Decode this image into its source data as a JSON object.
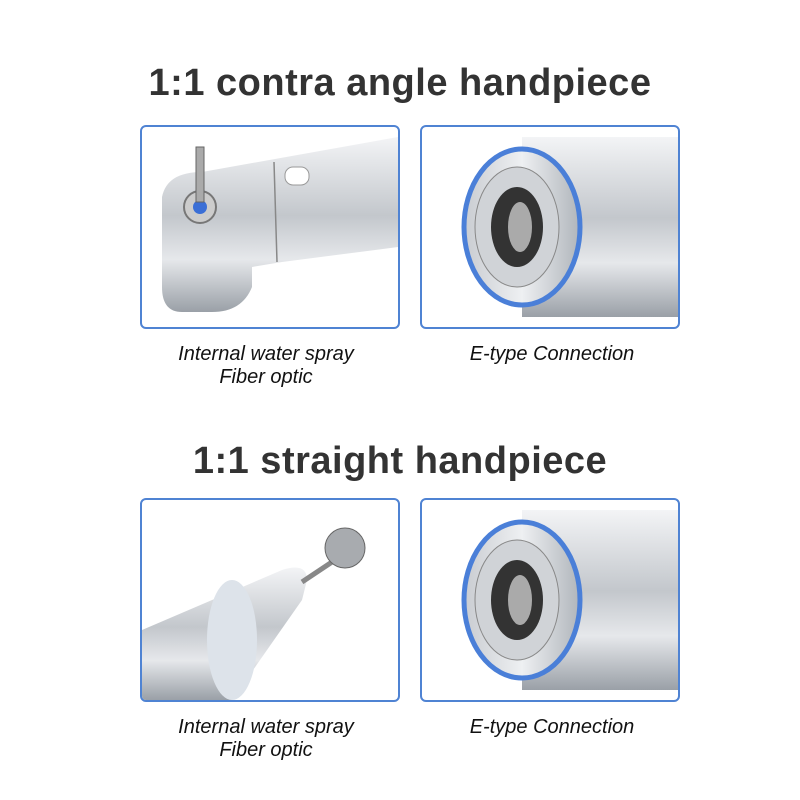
{
  "sections": [
    {
      "title": "1:1 contra angle handpiece",
      "left_caption": [
        "Internal water spray",
        "Fiber optic"
      ],
      "right_caption": [
        "E-type Connection"
      ]
    },
    {
      "title": "1:1 straight handpiece",
      "left_caption": [
        "Internal water spray",
        "Fiber optic"
      ],
      "right_caption": [
        "E-type Connection"
      ]
    }
  ],
  "colors": {
    "border": "#4f83d3",
    "title": "#333333"
  }
}
